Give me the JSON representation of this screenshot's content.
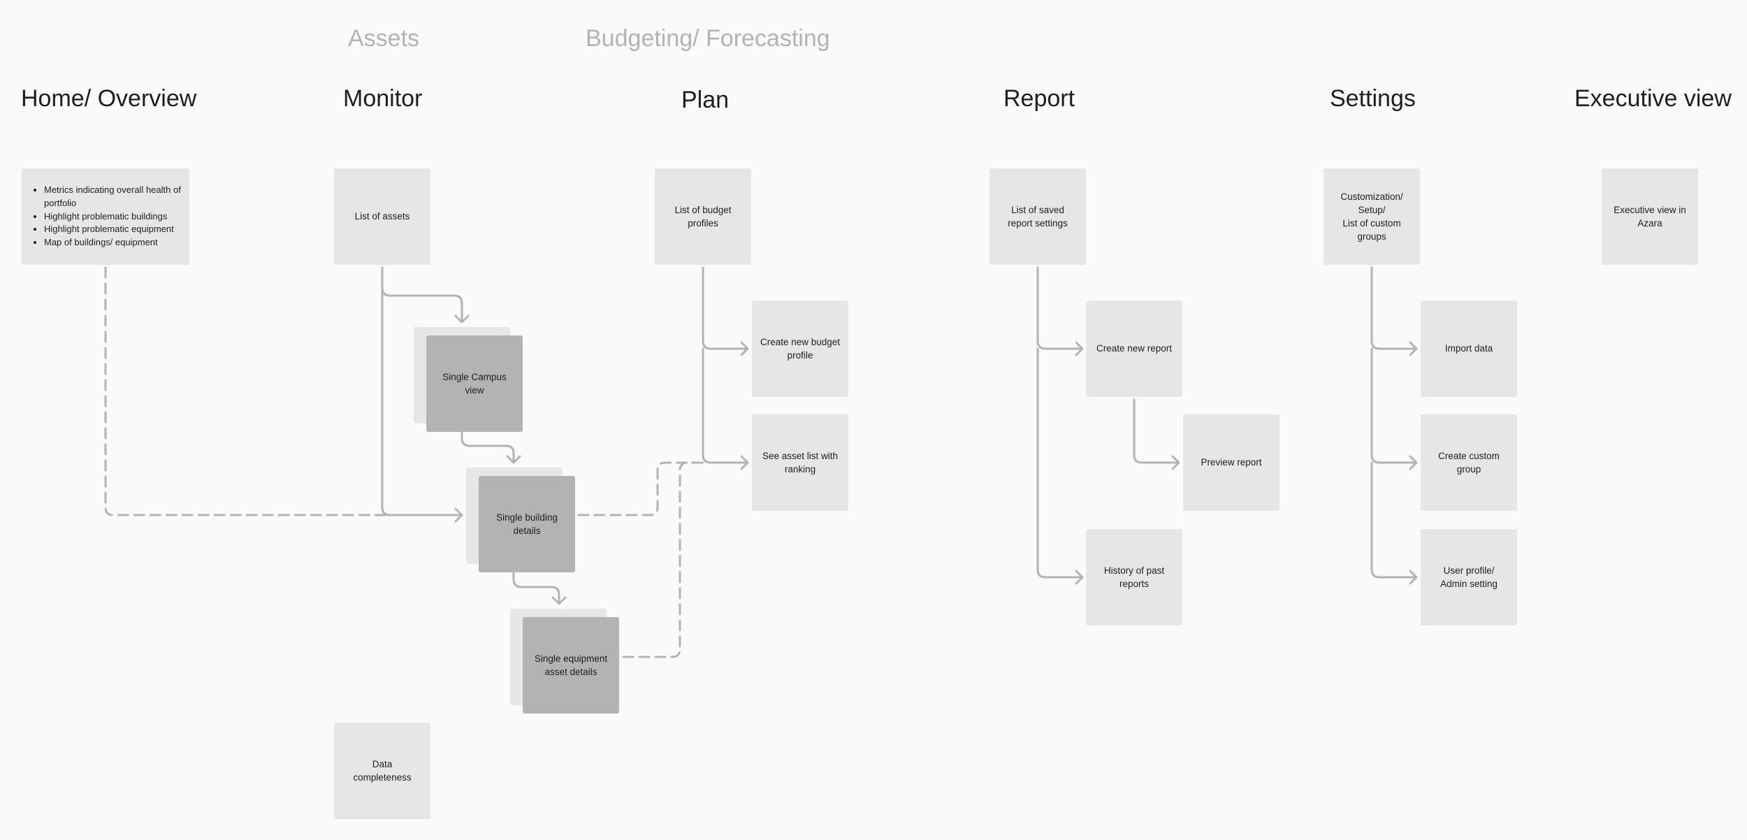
{
  "top_labels": {
    "assets": "Assets",
    "budgeting": "Budgeting/ Forecasting"
  },
  "columns": {
    "home": {
      "title": "Home/ Overview"
    },
    "monitor": {
      "title": "Monitor"
    },
    "plan": {
      "title": "Plan"
    },
    "report": {
      "title": "Report"
    },
    "settings": {
      "title": "Settings"
    },
    "executive": {
      "title": "Executive view"
    }
  },
  "cards": {
    "home_metrics": {
      "items": [
        "Metrics indicating overall health of portfolio",
        "Highlight problematic buildings",
        "Highlight problematic equipment",
        "Map of buildings/ equipment"
      ]
    },
    "list_of_assets": "List of assets",
    "single_campus": "Single Campus\nview",
    "single_building": "Single building\ndetails",
    "single_equipment": "Single equipment\nasset details",
    "data_completeness": "Data\ncompleteness",
    "budget_profiles": "List of budget\nprofiles",
    "create_budget": "Create new budget\nprofile",
    "asset_ranking": "See asset list with\nranking",
    "saved_reports": "List of saved\nreport settings",
    "create_report": "Create new report",
    "preview_report": "Preview report",
    "history_reports": "History of past\nreports",
    "customization": "Customization/\nSetup/\nList of custom\ngroups",
    "import_data": "Import data",
    "custom_group": "Create custom\ngroup",
    "user_profile": "User profile/\nAdmin setting",
    "executive_azara": "Executive view in\nAzara"
  },
  "colors": {
    "background": "#fafafa",
    "card": "#e6e6e6",
    "card_dark": "#b3b3b3",
    "connector": "#b3b3b3",
    "muted_text": "#b3b3b3"
  }
}
